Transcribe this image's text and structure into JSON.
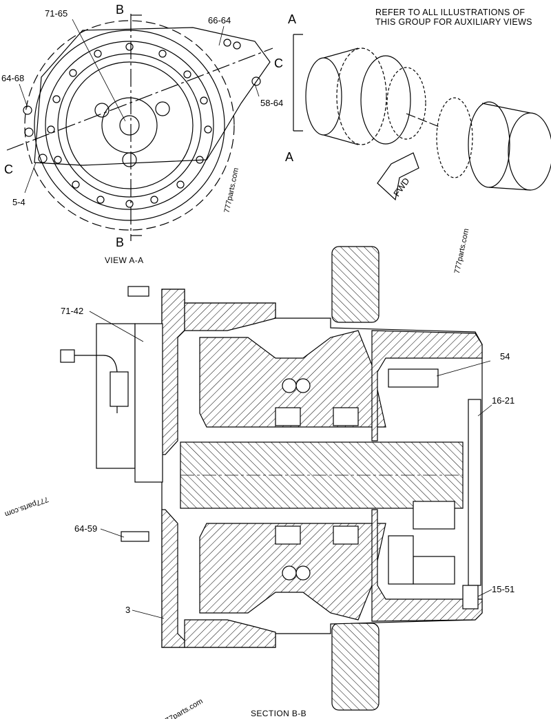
{
  "labels": {
    "p71_65": "71-65",
    "p66_64": "66-64",
    "p64_68": "64-68",
    "p58_64": "58-64",
    "p5_4": "5-4",
    "p71_42": "71-42",
    "p54": "54",
    "p16_21": "16-21",
    "p64_59": "64-59",
    "p15_51": "15-51",
    "p3": "3"
  },
  "section_marks": {
    "b": "B",
    "c": "C",
    "a": "A"
  },
  "notes": {
    "refer_line1": "REFER TO ALL ILLUSTRATIONS OF",
    "refer_line2": "THIS GROUP FOR AUXILIARY VIEWS",
    "fwd": "FWD"
  },
  "captions": {
    "view_aa": "VIEW  A-A",
    "section_bb": "SECTION  B-B"
  },
  "watermark": "777parts.com"
}
